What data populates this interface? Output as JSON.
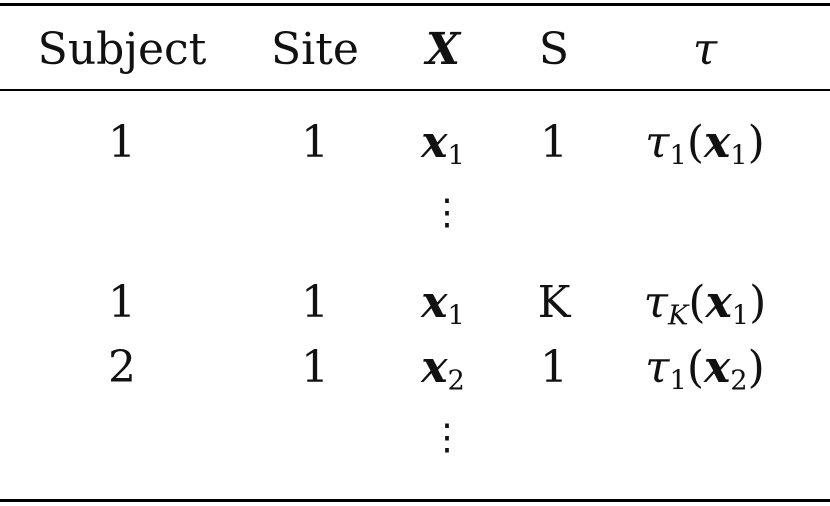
{
  "table": {
    "headers": [
      "Subject",
      "Site",
      "X",
      "S",
      "τ"
    ],
    "rows": [
      {
        "subject": "1",
        "site": "1",
        "x_base": "x",
        "x_sub": "1",
        "s": "1",
        "tau_base": "τ",
        "tau_sub": "1",
        "tau_arg_open": "(",
        "tau_arg": "x",
        "tau_arg_sub": "1",
        "tau_arg_close": ")"
      },
      {
        "ellipsis": "⋮"
      },
      {
        "subject": "1",
        "site": "1",
        "x_base": "x",
        "x_sub": "1",
        "s": "K",
        "tau_base": "τ",
        "tau_sub": "K",
        "tau_arg_open": "(",
        "tau_arg": "x",
        "tau_arg_sub": "1",
        "tau_arg_close": ")"
      },
      {
        "subject": "2",
        "site": "1",
        "x_base": "x",
        "x_sub": "2",
        "s": "1",
        "tau_base": "τ",
        "tau_sub": "1",
        "tau_arg_open": "(",
        "tau_arg": "x",
        "tau_arg_sub": "2",
        "tau_arg_close": ")"
      },
      {
        "ellipsis": "⋮"
      }
    ]
  }
}
